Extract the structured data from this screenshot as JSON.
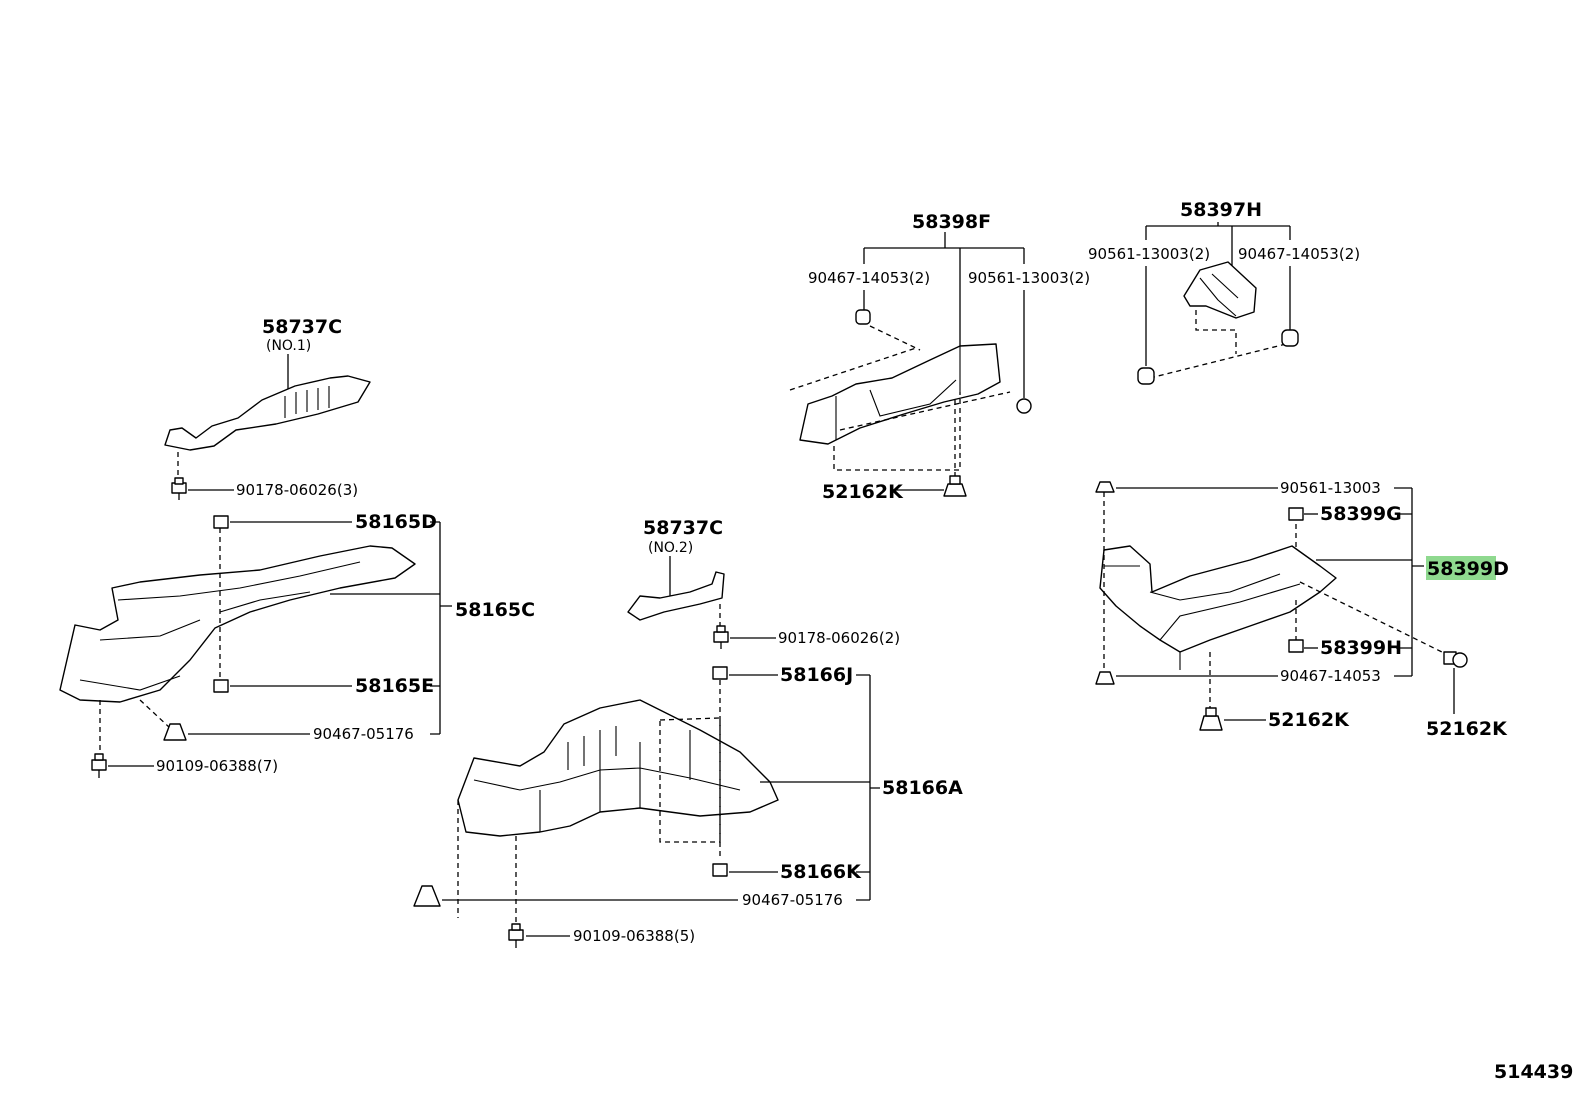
{
  "diagram": {
    "labels": {
      "p58737c_1": "58737C",
      "p58737c_1_sub": "(NO.1)",
      "p90178_3": "90178-06026(3)",
      "p58165d": "58165D",
      "p58165c": "58165C",
      "p58165e": "58165E",
      "p90467_05176_a": "90467-05176",
      "p90109_7": "90109-06388(7)",
      "p58737c_2": "58737C",
      "p58737c_2_sub": "(NO.2)",
      "p90178_2": "90178-06026(2)",
      "p58166j": "58166J",
      "p58166a": "58166A",
      "p58166k": "58166K",
      "p90467_05176_b": "90467-05176",
      "p90109_5": "90109-06388(5)",
      "p58398f": "58398F",
      "p90467_14053_2a": "90467-14053(2)",
      "p90561_13003_2a": "90561-13003(2)",
      "p52162k_a": "52162K",
      "p58397h": "58397H",
      "p90561_13003_2b": "90561-13003(2)",
      "p90467_14053_2b": "90467-14053(2)",
      "p90561_13003": "90561-13003",
      "p58399g": "58399G",
      "p58399d": "58399D",
      "p58399h": "58399H",
      "p90467_14053": "90467-14053",
      "p52162k_b": "52162K",
      "p52162k_c": "52162K",
      "diagram_id": "514439"
    },
    "highlight_color": "#8fd98f",
    "highlighted_part": "58399D"
  }
}
